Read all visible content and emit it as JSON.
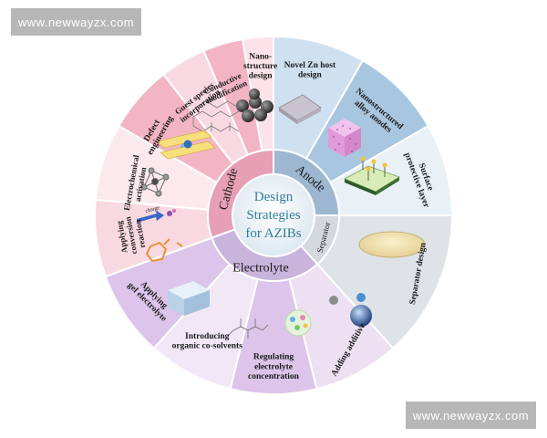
{
  "watermark_top": "www.newwayzx.com",
  "watermark_bottom": "www.newwayzx.com",
  "center": {
    "lines": [
      "Design",
      "Strategies",
      "for AZIBs"
    ],
    "color": "#2f7e9a"
  },
  "categories": {
    "cathode": "Cathode",
    "anode": "Anode",
    "separator": "Separator",
    "electrolyte": "Electrolyte"
  },
  "segments": {
    "nano_structure": [
      "Nano-",
      "structure",
      "design"
    ],
    "conductive": [
      "Conductive",
      "modification"
    ],
    "guest_species": [
      "Guest species",
      "incorporation"
    ],
    "defect": [
      "Defect",
      "engineering"
    ],
    "electrochemical": [
      "Electrochemical",
      "activation"
    ],
    "applying_conversion": [
      "Applying",
      "conversion",
      "reaction"
    ],
    "novel_zn": [
      "Novel Zn host",
      "design"
    ],
    "nano_alloy": [
      "Nanostructured",
      "alloy anodes"
    ],
    "surface_layer": [
      "Surface",
      "protective layer"
    ],
    "separator_design": [
      "Separator design"
    ],
    "adding_additive": [
      "Adding additive"
    ],
    "regulating": [
      "Regulating",
      "electrolyte",
      "concentration"
    ],
    "introducing": [
      "Introducing",
      "organic co-solvents"
    ],
    "applying_gel": [
      "Applying",
      "gel electrolyte"
    ]
  },
  "icons": {
    "charge_text": "charge"
  },
  "colors": {
    "cathode_light": "#f9d9e1",
    "cathode_mid": "#f3b5c4",
    "anode_light": "#cfe0f0",
    "anode_mid": "#a9c6e0",
    "separator": "#dee3e7",
    "electrolyte_light": "#ece0f2",
    "electrolyte_mid": "#dcc4ea",
    "ring_cathode": "#e69fb5",
    "ring_anode": "#9db7d1",
    "ring_electrolyte": "#c9b4dc"
  }
}
